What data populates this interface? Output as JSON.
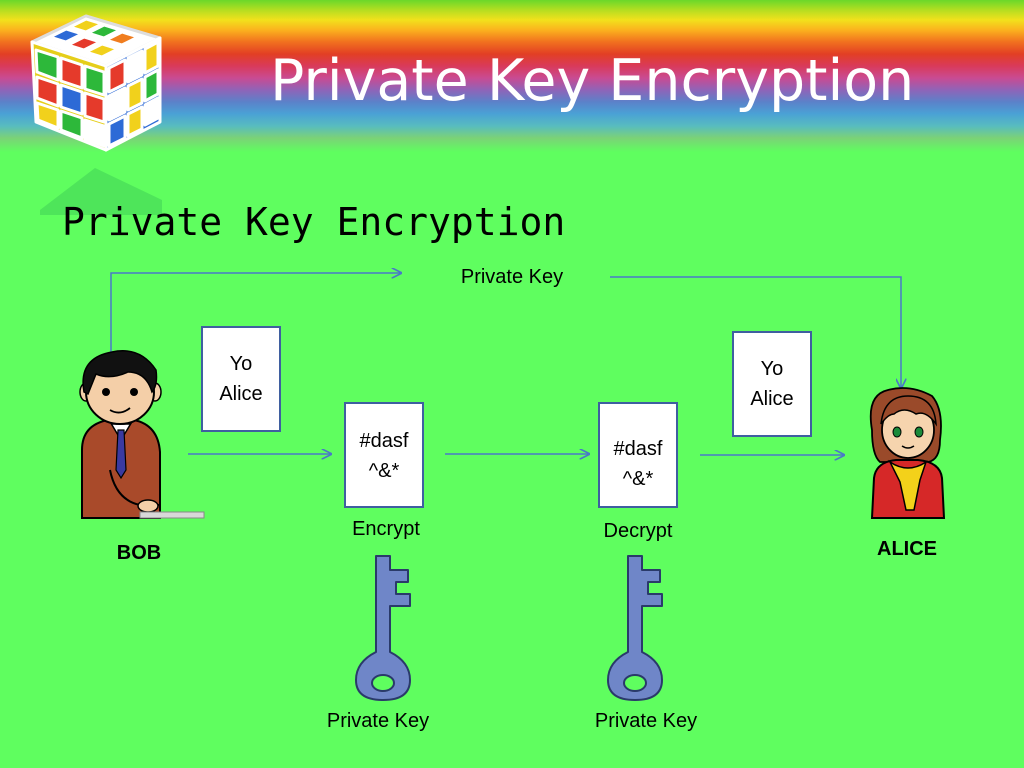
{
  "header": {
    "title": "Private Key Encryption",
    "subtitle": "Private Key Encryption"
  },
  "diagram": {
    "top_key_label": "Private Key",
    "sender": {
      "name": "BOB"
    },
    "receiver": {
      "name": "ALICE"
    },
    "plaintext_sent": {
      "line1": "Yo",
      "line2": "Alice"
    },
    "ciphertext_encrypt": {
      "line1": "#dasf",
      "line2": "^&*"
    },
    "ciphertext_decrypt": {
      "line1": "#dasf",
      "line2": "^&*"
    },
    "plaintext_received": {
      "line1": "Yo",
      "line2": "Alice"
    },
    "encrypt_label": "Encrypt",
    "decrypt_label": "Decrypt",
    "encrypt_key_label": "Private Key",
    "decrypt_key_label": "Private Key"
  },
  "colors": {
    "background": "#5ffe5f",
    "arrow": "#4a78c8",
    "key": "#6f86c8",
    "card_border": "#3f5fa0"
  },
  "icons": {
    "logo": "rubiks-cube-icon",
    "key": "key-icon",
    "sender": "boy-avatar",
    "receiver": "girl-avatar"
  }
}
